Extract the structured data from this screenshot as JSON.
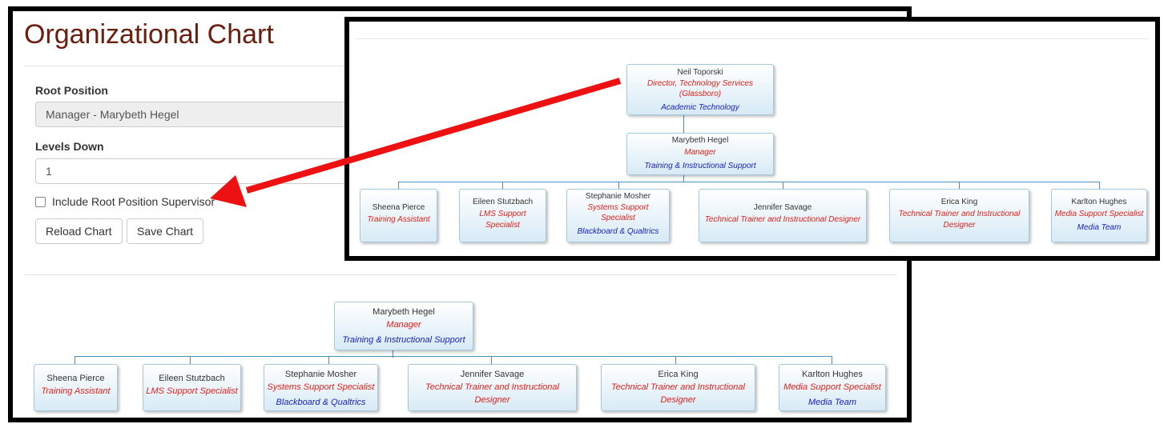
{
  "page": {
    "title": "Organizational Chart"
  },
  "form": {
    "root_position_label": "Root Position",
    "root_position_value": "Manager - Marybeth Hegel",
    "levels_down_label": "Levels Down",
    "levels_down_value": "1",
    "include_supervisor_label": "Include Root Position Supervisor",
    "include_supervisor_checked": false,
    "reload_button": "Reload Chart",
    "save_button": "Save Chart"
  },
  "main_chart": {
    "root": {
      "name": "Marybeth Hegel",
      "title": "Manager",
      "dept": "Training & Instructional Support"
    },
    "children": [
      {
        "name": "Sheena Pierce",
        "title": "Training Assistant",
        "dept": ""
      },
      {
        "name": "Eileen Stutzbach",
        "title": "LMS Support Specialist",
        "dept": ""
      },
      {
        "name": "Stephanie Mosher",
        "title": "Systems Support Specialist",
        "dept": "Blackboard & Qualtrics"
      },
      {
        "name": "Jennifer Savage",
        "title": "Technical Trainer and Instructional Designer",
        "dept": ""
      },
      {
        "name": "Erica King",
        "title": "Technical Trainer and Instructional Designer",
        "dept": ""
      },
      {
        "name": "Karlton Hughes",
        "title": "Media Support Specialist",
        "dept": "Media Team"
      }
    ]
  },
  "inset_chart": {
    "supervisor": {
      "name": "Neil Toporski",
      "title": "Director, Technology Services (Glassboro)",
      "dept": "Academic Technology"
    },
    "root": {
      "name": "Marybeth Hegel",
      "title": "Manager",
      "dept": "Training & Instructional Support"
    },
    "children": [
      {
        "name": "Sheena Pierce",
        "title": "Training Assistant",
        "dept": ""
      },
      {
        "name": "Eileen Stutzbach",
        "title": "LMS Support Specialist",
        "dept": ""
      },
      {
        "name": "Stephanie Mosher",
        "title": "Systems Support Specialist",
        "dept": "Blackboard & Qualtrics"
      },
      {
        "name": "Jennifer Savage",
        "title": "Technical Trainer and Instructional Designer",
        "dept": ""
      },
      {
        "name": "Erica King",
        "title": "Technical Trainer and Instructional Designer",
        "dept": ""
      },
      {
        "name": "Karlton Hughes",
        "title": "Media Support Specialist",
        "dept": "Media Team"
      }
    ]
  },
  "colors": {
    "title": "#6b1d0e",
    "node_title": "#e8201a",
    "node_dept": "#1a22c8",
    "connector": "#4a90c0",
    "arrow": "#ee1111"
  }
}
